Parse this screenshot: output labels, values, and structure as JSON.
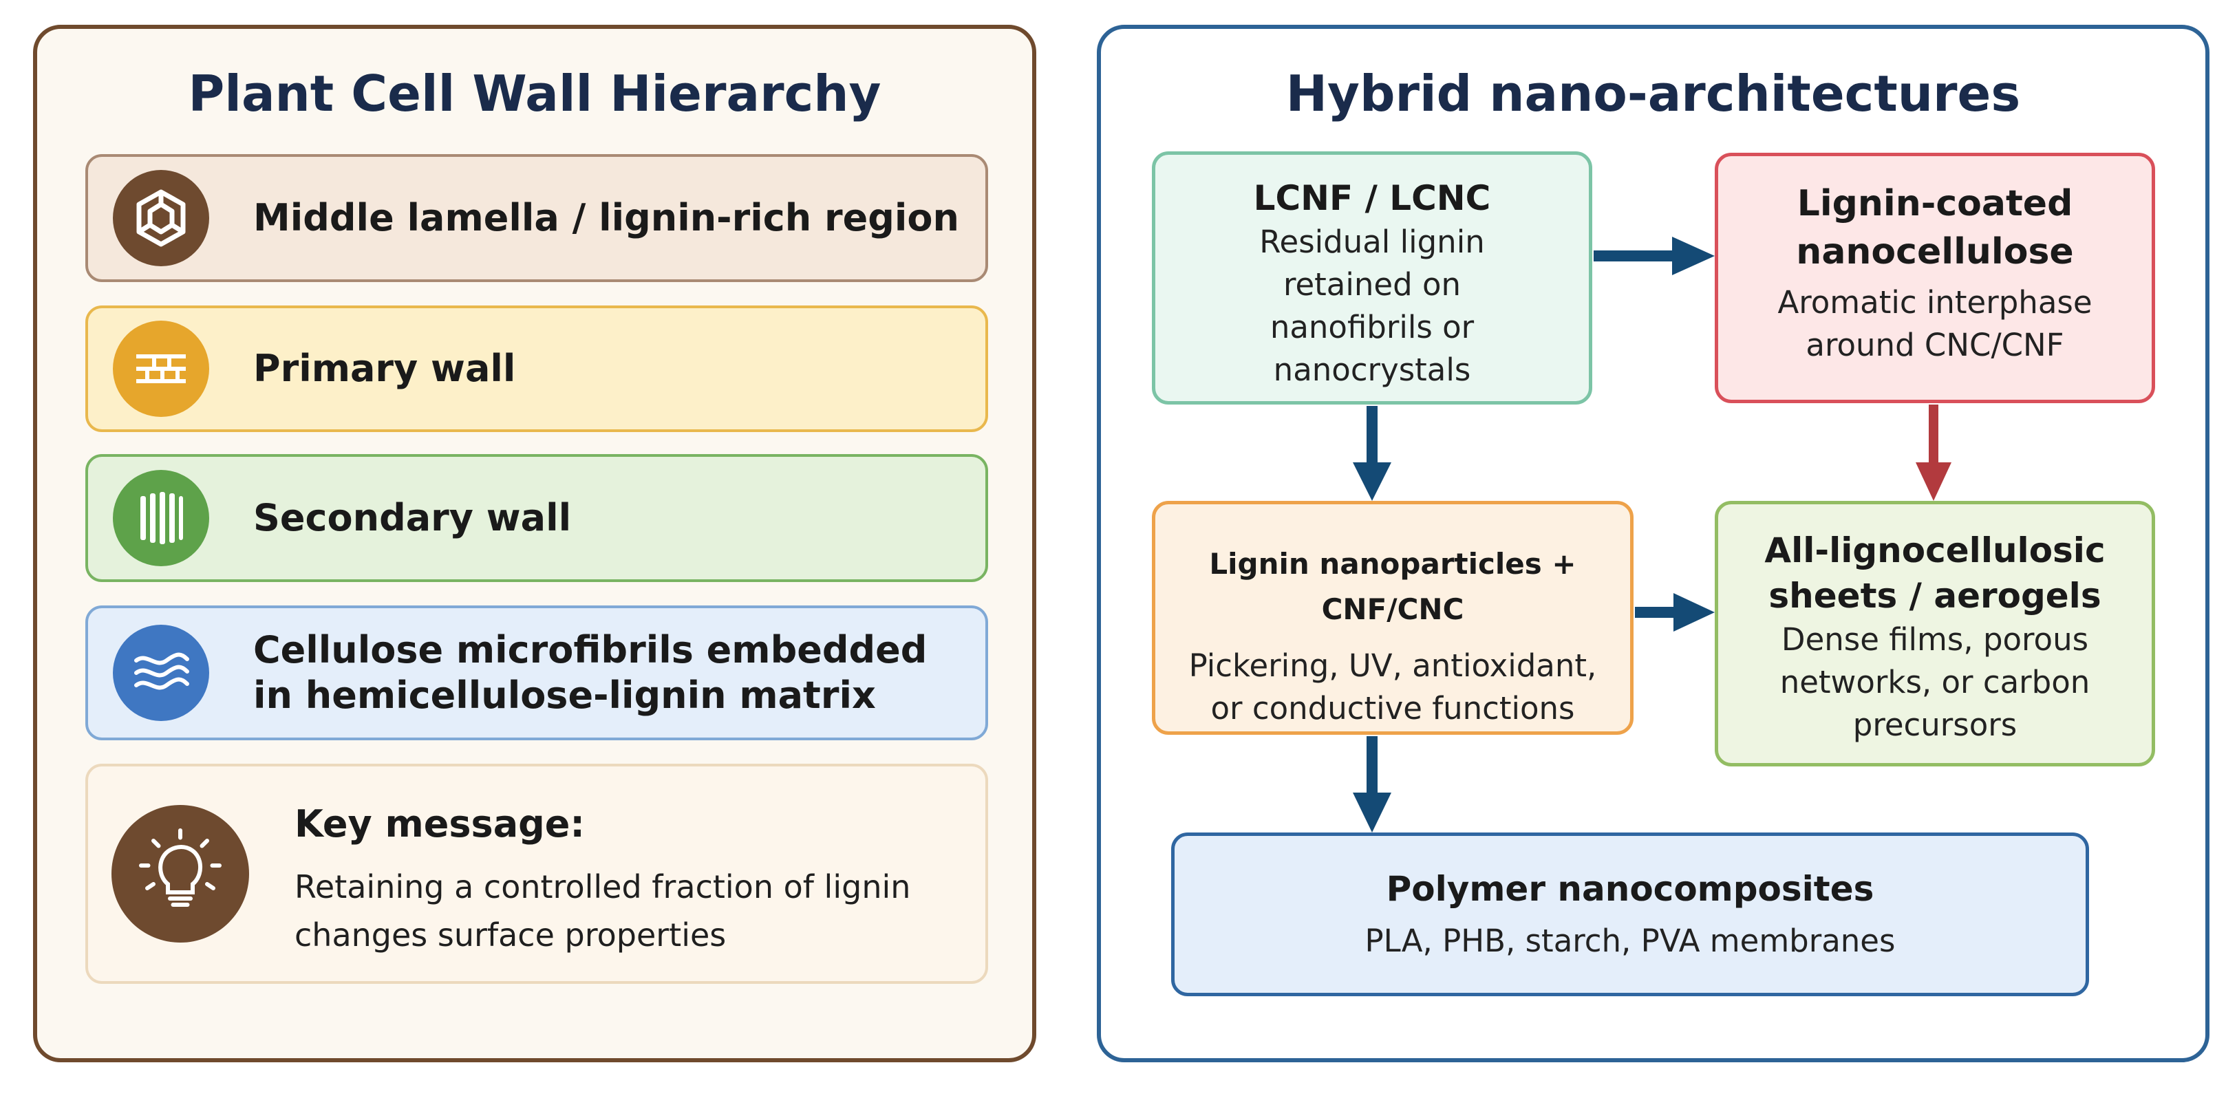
{
  "left": {
    "title": "Plant Cell Wall Hierarchy",
    "layers": [
      {
        "label": "Middle lamella / lignin-rich region",
        "icon": "lamella-icon",
        "border": "#a98a74",
        "bg": "#f5e8dc",
        "iconColor": "#6e4a2f"
      },
      {
        "label": "Primary wall",
        "icon": "brick-icon",
        "border": "#e9b84d",
        "bg": "#fdf0c9",
        "iconColor": "#e6a62c"
      },
      {
        "label": "Secondary wall",
        "icon": "striped-icon",
        "border": "#79b462",
        "bg": "#e5f2dc",
        "iconColor": "#5ea24a"
      },
      {
        "label": "Cellulose microfibrils embedded in hemicellulose-lignin matrix",
        "icon": "wave-icon",
        "border": "#80a9d6",
        "bg": "#e4eefa",
        "iconColor": "#3f77c2"
      }
    ],
    "key": {
      "title": "Key message:",
      "text": "Retaining a controlled fraction of lignin changes surface properties",
      "icon": "lightbulb-icon",
      "border": "#ecd9bd",
      "bg": "#fdf6ec",
      "iconColor": "#6e4a2f"
    }
  },
  "right": {
    "title": "Hybrid nano-architectures",
    "boxes": {
      "lcnf": {
        "title": "LCNF / LCNC",
        "text": "Residual lignin retained on nanofibrils or nanocrystals",
        "border": "#7cc4a6",
        "bg": "#eaf7f1"
      },
      "coated": {
        "title": "Lignin-coated nanocellulose",
        "text": "Aromatic interphase around CNC/CNF",
        "border": "#d9505a",
        "bg": "#fde7e7"
      },
      "lnp": {
        "title": "Lignin nanoparticles + CNF/CNC",
        "text": "Pickering, UV, antioxidant, or conductive functions",
        "border": "#eea24a",
        "bg": "#fdf1e2"
      },
      "sheets": {
        "title": "All-lignocellulosic sheets / aerogels",
        "text": "Dense films, porous networks, or carbon precursors",
        "border": "#93bd63",
        "bg": "#eef5e2"
      },
      "polymer": {
        "title": "Polymer nanocomposites",
        "text": "PLA, PHB, starch, PVA membranes",
        "border": "#2f66a1",
        "bg": "#e4eefa"
      }
    },
    "arrowColors": {
      "blue": "#144a75",
      "red": "#b23a3e"
    }
  }
}
